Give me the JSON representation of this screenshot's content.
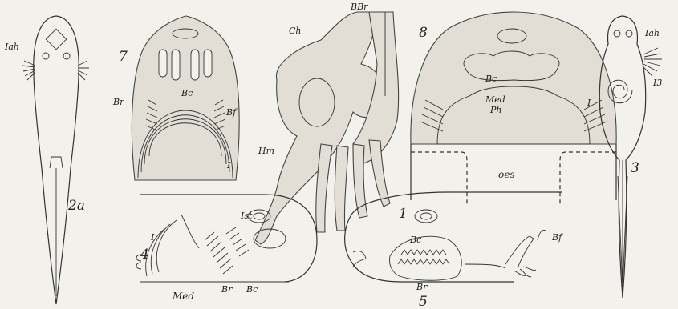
{
  "plate": {
    "figures": {
      "fig1": {
        "number": "1",
        "labels": {
          "bbr": "BBr",
          "ch": "Ch",
          "hm": "Hm",
          "ist": "Ist"
        }
      },
      "fig2a": {
        "number": "2a",
        "labels": {
          "iah": "Iah"
        }
      },
      "fig3": {
        "number": "3",
        "labels": {
          "iah": "Iah",
          "i3": "I3",
          "i": "I"
        }
      },
      "fig4": {
        "number": "4",
        "labels": {
          "i": "I",
          "med": "Med",
          "br": "Br",
          "bc": "Bc"
        }
      },
      "fig5": {
        "number": "5",
        "labels": {
          "bc": "Bc",
          "bf": "Bf",
          "br": "Br"
        }
      },
      "fig7": {
        "number": "7",
        "labels": {
          "br": "Br",
          "bc": "Bc",
          "bf": "Bf",
          "i": "I"
        }
      },
      "fig8": {
        "number": "8",
        "labels": {
          "bc": "Bc",
          "med": "Med",
          "ph": "Ph",
          "oes": "oes"
        }
      }
    }
  }
}
